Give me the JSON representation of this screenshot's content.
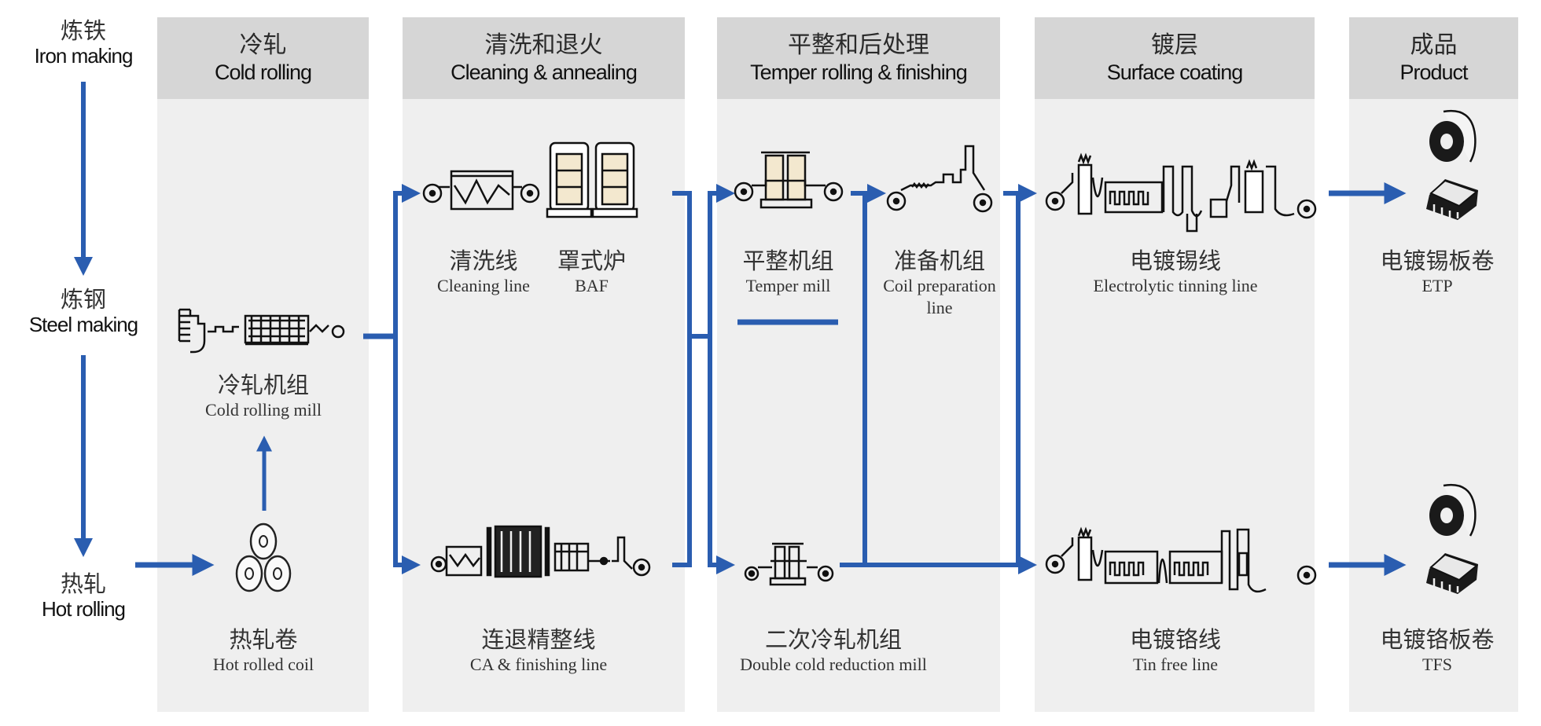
{
  "colors": {
    "flow": "#2a5db0",
    "column_bg": "#efefef",
    "header_bg": "#d6d6d6",
    "baf_fill": "#f3e8cf"
  },
  "upstream": [
    {
      "zh": "炼铁",
      "en": "Iron making"
    },
    {
      "zh": "炼钢",
      "en": "Steel making"
    },
    {
      "zh": "热轧",
      "en": "Hot rolling"
    }
  ],
  "columns": [
    {
      "zh": "冷轧",
      "en": "Cold rolling"
    },
    {
      "zh": "清洗和退火",
      "en": "Cleaning & annealing"
    },
    {
      "zh": "平整和后处理",
      "en": "Temper rolling & finishing"
    },
    {
      "zh": "镀层",
      "en": "Surface coating"
    },
    {
      "zh": "成品",
      "en": "Product"
    }
  ],
  "units": {
    "cold_rolling_mill": {
      "zh": "冷轧机组",
      "en": "Cold rolling mill",
      "icon": "cold-rolling-mill-icon"
    },
    "hot_rolled_coil": {
      "zh": "热轧卷",
      "en": "Hot rolled coil",
      "icon": "coil-stack-icon"
    },
    "cleaning_line": {
      "zh": "清洗线",
      "en": "Cleaning line",
      "icon": "cleaning-line-icon"
    },
    "baf": {
      "zh": "罩式炉",
      "en": "BAF",
      "icon": "batch-annealing-furnace-icon"
    },
    "ca_finishing": {
      "zh": "连退精整线",
      "en": "CA & finishing line",
      "icon": "continuous-annealing-line-icon"
    },
    "temper_mill": {
      "zh": "平整机组",
      "en": "Temper mill",
      "icon": "temper-mill-icon"
    },
    "coil_prep": {
      "zh": "准备机组",
      "en": "Coil preparation",
      "en2": "line",
      "icon": "coil-preparation-line-icon"
    },
    "dcr_mill": {
      "zh": "二次冷轧机组",
      "en": "Double cold reduction mill",
      "icon": "double-cold-reduction-mill-icon"
    },
    "etl": {
      "zh": "电镀锡线",
      "en": "Electrolytic tinning line",
      "icon": "electrolytic-tinning-line-icon"
    },
    "tfl": {
      "zh": "电镀铬线",
      "en": "Tin free line",
      "icon": "tin-free-line-icon"
    },
    "etp": {
      "zh": "电镀锡板卷",
      "en": "ETP",
      "icon": "coil-and-sheet-icon"
    },
    "tfs": {
      "zh": "电镀铬板卷",
      "en": "TFS",
      "icon": "coil-and-sheet-icon"
    }
  }
}
